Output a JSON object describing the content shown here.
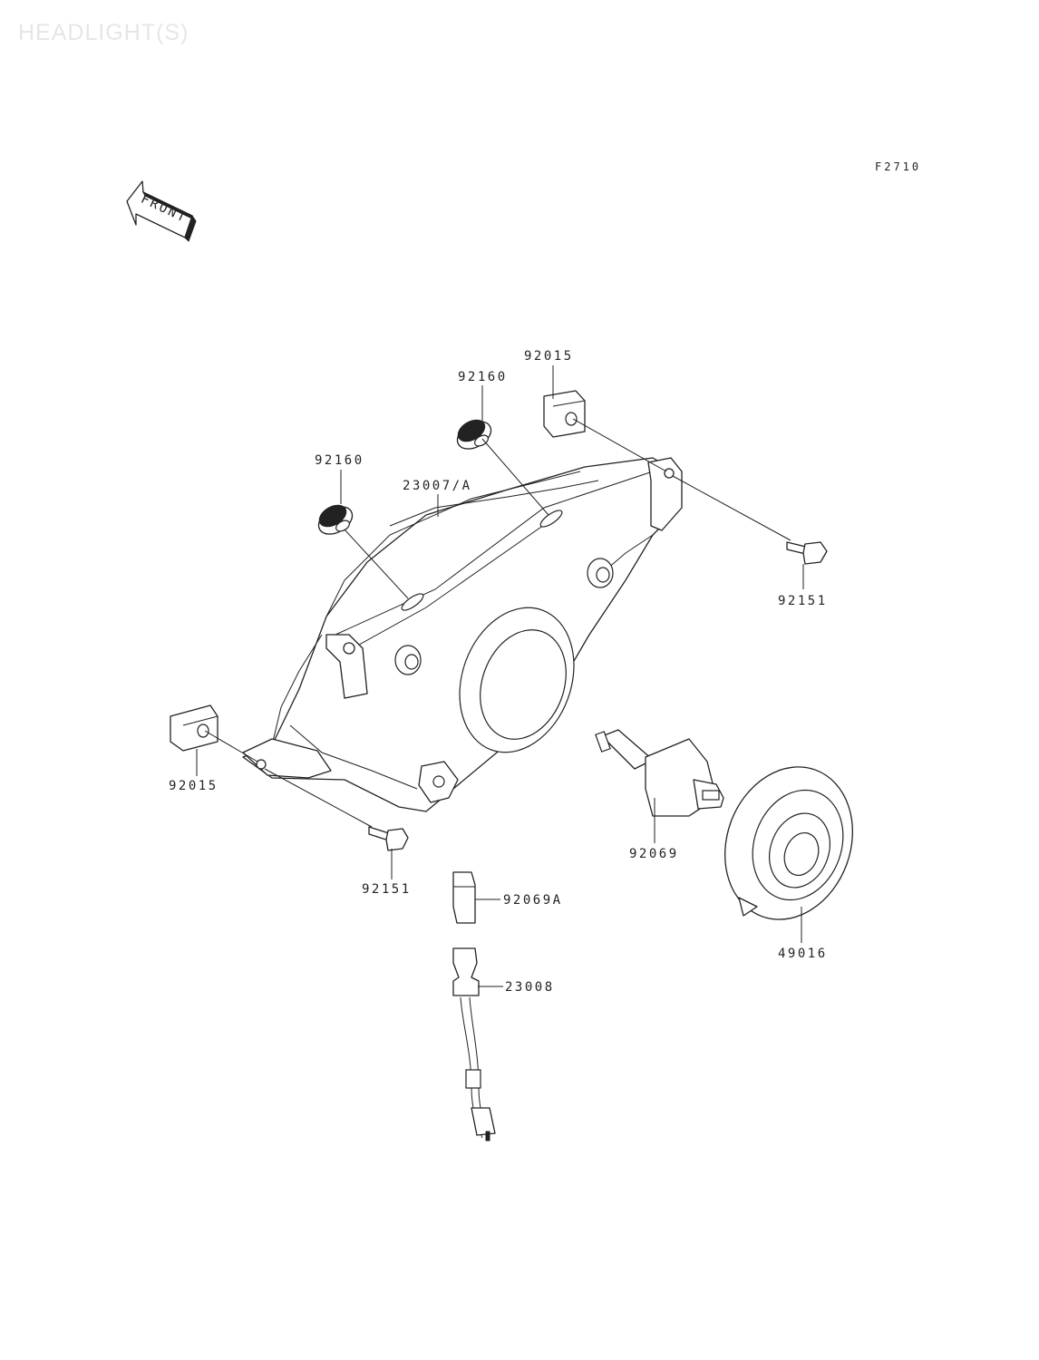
{
  "title": "HEADLIGHT(S)",
  "figure_code": "F2710",
  "front_label": "FRONT",
  "parts": {
    "p92015_top": "92015",
    "p92160_right": "92160",
    "p92160_left": "92160",
    "p23007": "23007/A",
    "p92151_right": "92151",
    "p92015_left": "92015",
    "p92151_bottom": "92151",
    "p92069": "92069",
    "p92069A": "92069A",
    "p49016": "49016",
    "p23008": "23008"
  }
}
